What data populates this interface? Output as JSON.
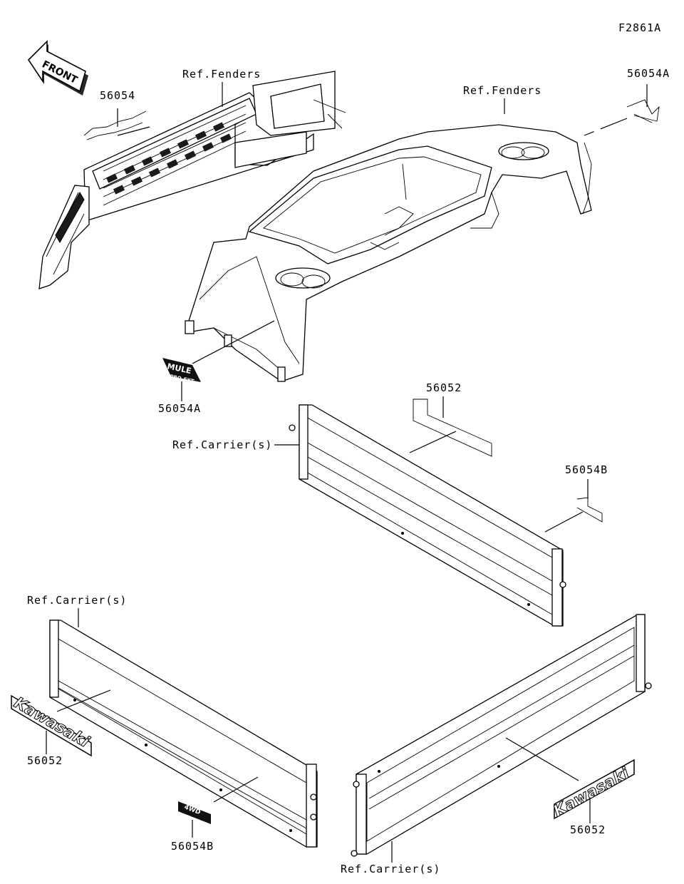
{
  "diagram_id": "F2861A",
  "front_badge": "FRONT",
  "emblem_mule": [
    "MULE",
    "PRO-FXT"
  ],
  "emblem_4wd": "4WD",
  "brand_decal": "Kawasaki",
  "labels": {
    "ref_fenders_left": "Ref.Fenders",
    "ref_fenders_right": "Ref.Fenders",
    "part_56054_top": "56054",
    "part_56054A_top": "56054A",
    "part_56054A_emblem": "56054A",
    "part_56052_tailgate": "56052",
    "ref_carrier_mid": "Ref.Carrier(s)",
    "part_56054B_right": "56054B",
    "ref_carrier_left": "Ref.Carrier(s)",
    "part_56052_left": "56052",
    "part_56054B_bottom": "56054B",
    "part_56052_right": "56052",
    "ref_carrier_bottom": "Ref.Carrier(s)"
  }
}
